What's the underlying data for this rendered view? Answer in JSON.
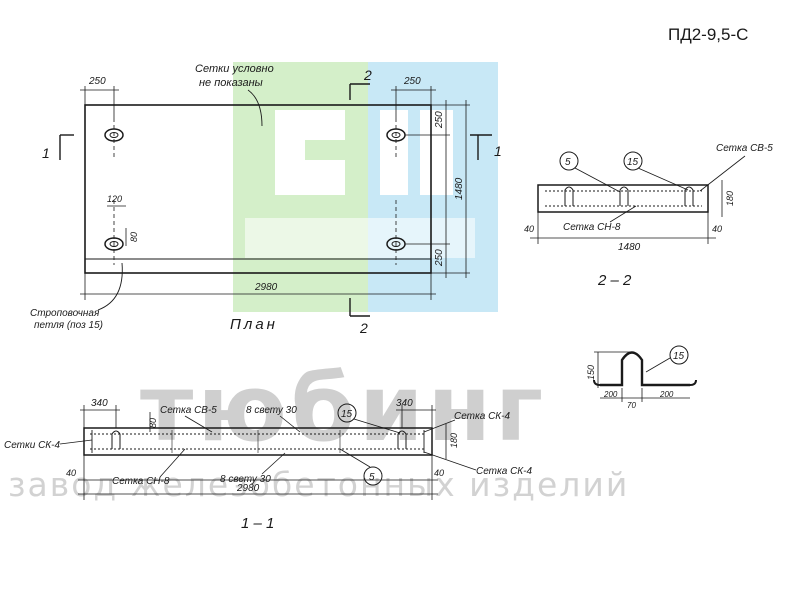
{
  "drawing_code": "ПД2-9,5-С",
  "plan": {
    "title": "План",
    "note_line1": "Сетки условно",
    "note_line2": "не показаны",
    "dim_top_left": "250",
    "dim_top_right": "250",
    "dim_right_top": "250",
    "dim_right_total": "1480",
    "dim_right_bottom": "250",
    "dim_length": "2980",
    "dim_hole_w": "120",
    "dim_hole_h": "80",
    "loop_label_line1": "Строповочная",
    "loop_label_line2": "петля (поз 15)",
    "cut1_left": "1",
    "cut1_right": "1",
    "cut2_top": "2",
    "cut2_bottom": "2"
  },
  "section22": {
    "title": "2 – 2",
    "callout_a": "5",
    "callout_b": "15",
    "mesh_top": "Сетка СВ-5",
    "mesh_bottom": "Сетка СН-8",
    "dim_height": "180",
    "dim_left": "40",
    "dim_right": "40",
    "dim_width": "1480"
  },
  "loop_detail": {
    "callout": "15",
    "dim_height": "150",
    "dim_left": "200",
    "dim_mid": "70",
    "dim_right": "200"
  },
  "section11": {
    "title": "1 – 1",
    "mesh_top": "Сетка СВ-5",
    "spacing_top": "8 свету 30",
    "spacing_bottom": "8 свету 30",
    "mesh_bottom": "Сетка СН-8",
    "mesh_left": "Сетки СК-4",
    "mesh_right_top": "Сетка СК-4",
    "mesh_right_bottom": "Сетка СК-4",
    "callout_a": "15",
    "callout_b": "5",
    "dim_left": "340",
    "dim_right": "340",
    "dim_mid": "80",
    "dim_height": "180",
    "dim_edge_left": "40",
    "dim_edge_right": "40",
    "dim_length": "2980"
  },
  "watermark": {
    "brand": "тюбинг",
    "tagline": "завод железобетонных изделий"
  },
  "colors": {
    "logo_green": "#d4efc9",
    "logo_blue": "#c8e8f6",
    "ink": "#1a1a1a",
    "watermark": "#cfcfcf"
  }
}
